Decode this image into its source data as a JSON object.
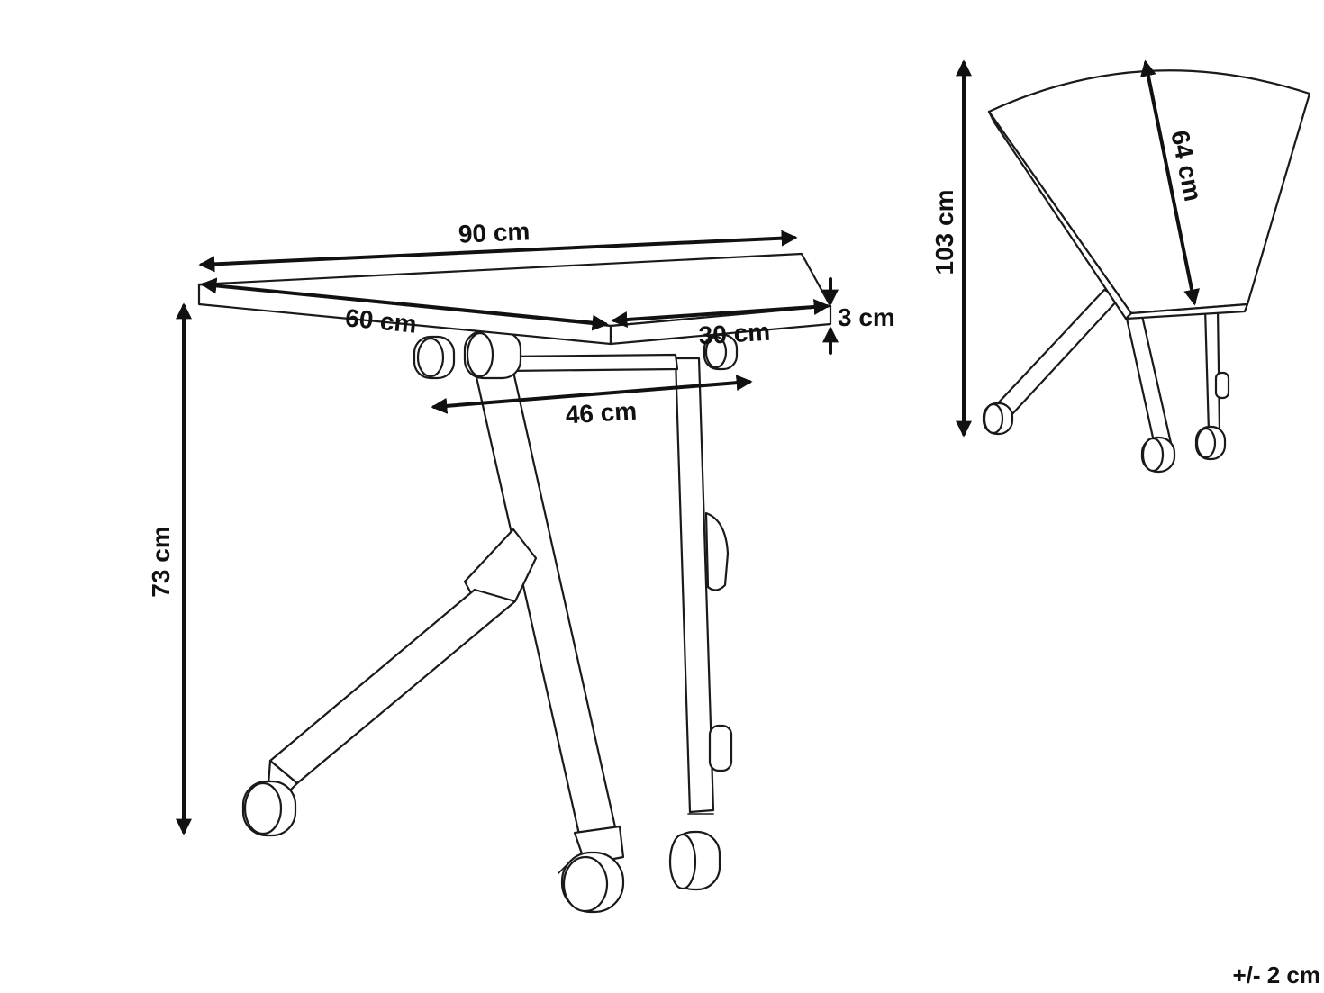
{
  "diagram": {
    "labels": {
      "width": "90 cm",
      "depth": "60 cm",
      "side_depth": "30 cm",
      "thickness": "3 cm",
      "leg_span": "46 cm",
      "height": "73 cm",
      "folded_height": "103 cm",
      "folded_depth": "64 cm",
      "tolerance": "+/- 2 cm"
    },
    "colors": {
      "line": "#1a1a1a",
      "background": "#ffffff"
    }
  }
}
